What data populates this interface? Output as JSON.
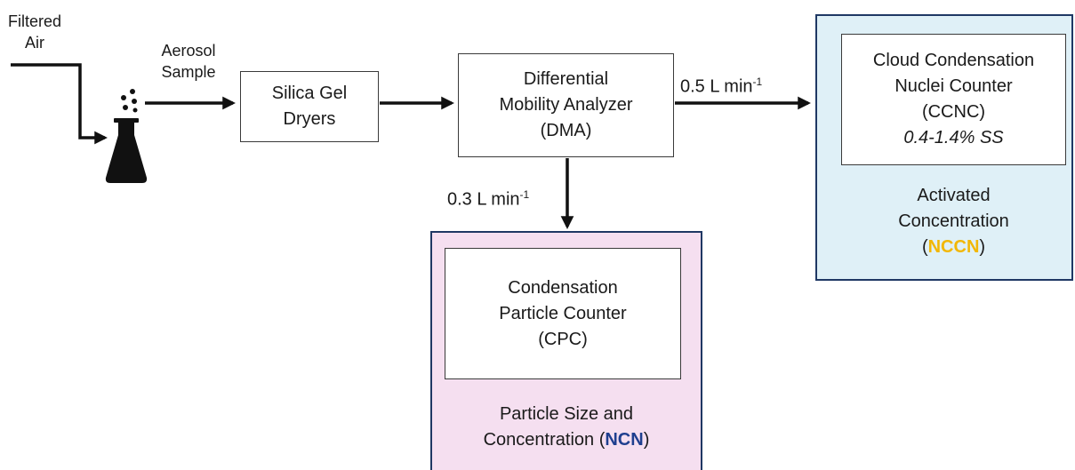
{
  "inputs": {
    "filtered_air": [
      "Filtered",
      "Air"
    ],
    "aerosol_sample": [
      "Aerosol",
      "Sample"
    ]
  },
  "dryers": {
    "lines": [
      "Silica Gel",
      "Dryers"
    ]
  },
  "dma": {
    "lines": [
      "Differential",
      "Mobility Analyzer",
      "(DMA)"
    ]
  },
  "flows": {
    "to_ccnc": {
      "text": "0.5 L min",
      "sup": "-1"
    },
    "to_cpc": {
      "text": "0.3 L min",
      "sup": "-1"
    }
  },
  "ccnc": {
    "lines": [
      "Cloud Condensation",
      "Nuclei Counter",
      "(CCNC)"
    ],
    "ss": "0.4-1.4% SS",
    "output_lines": [
      "Activated",
      "Concentration"
    ],
    "output_paren_open": "(",
    "output_symbol": "NCCN",
    "output_paren_close": ")"
  },
  "cpc": {
    "lines": [
      "Condensation",
      "Particle Counter",
      "(CPC)"
    ],
    "output_line1": "Particle Size and",
    "output_line2_prefix": "Concentration (",
    "output_symbol": "NCN",
    "output_line2_suffix": ")"
  },
  "colors": {
    "ccnc_panel": "#dff0f7",
    "cpc_panel": "#f5dff0",
    "panel_border": "#1f3864",
    "nccn": "#f2b705",
    "ncn": "#1f3f8f",
    "arrow": "#111111"
  }
}
